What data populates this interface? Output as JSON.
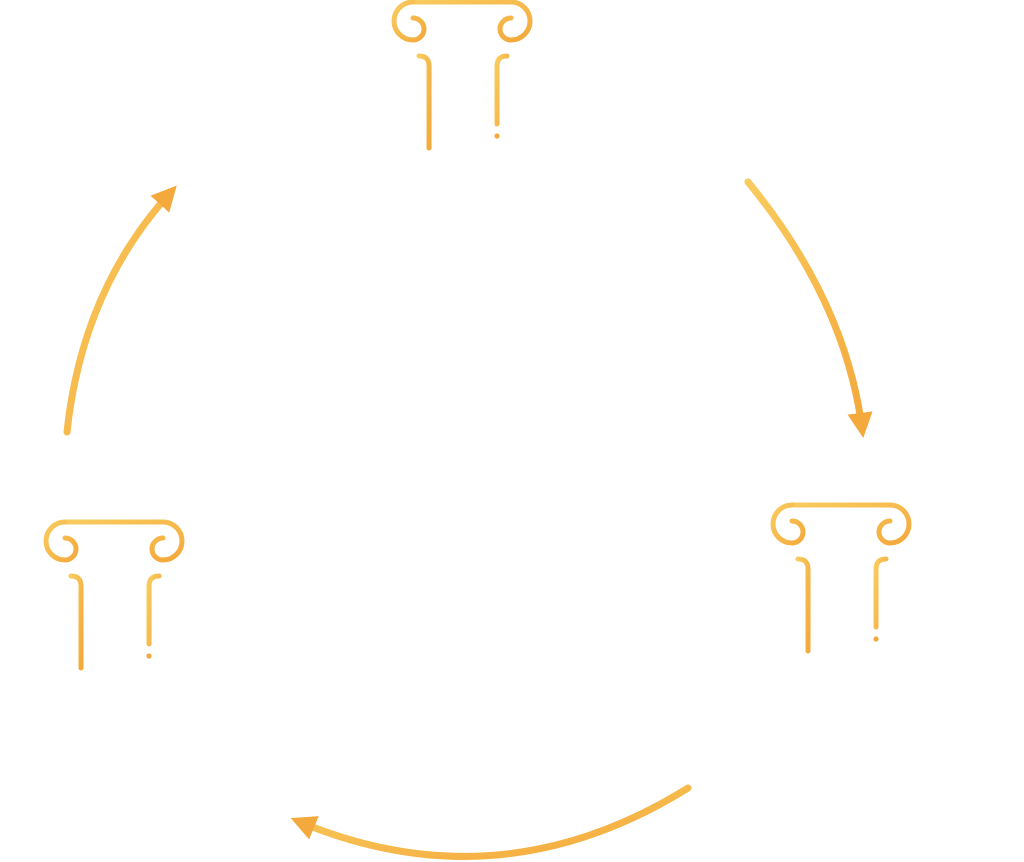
{
  "diagram": {
    "kind": "cycle",
    "node_count": 3,
    "nodes": [
      {
        "id": "top",
        "icon": "ionic-column-icon"
      },
      {
        "id": "right",
        "icon": "ionic-column-icon"
      },
      {
        "id": "left",
        "icon": "ionic-column-icon"
      }
    ],
    "arrows": [
      {
        "id": "top-to-right",
        "from": "top",
        "to": "right",
        "direction": "clockwise"
      },
      {
        "id": "right-to-left",
        "from": "right",
        "to": "left",
        "direction": "clockwise"
      },
      {
        "id": "left-to-top",
        "from": "left",
        "to": "top",
        "direction": "clockwise"
      }
    ],
    "colors": {
      "gold_light": "#F9CB5E",
      "gold_dark": "#F4A93C",
      "background": "#FFFFFF"
    }
  }
}
